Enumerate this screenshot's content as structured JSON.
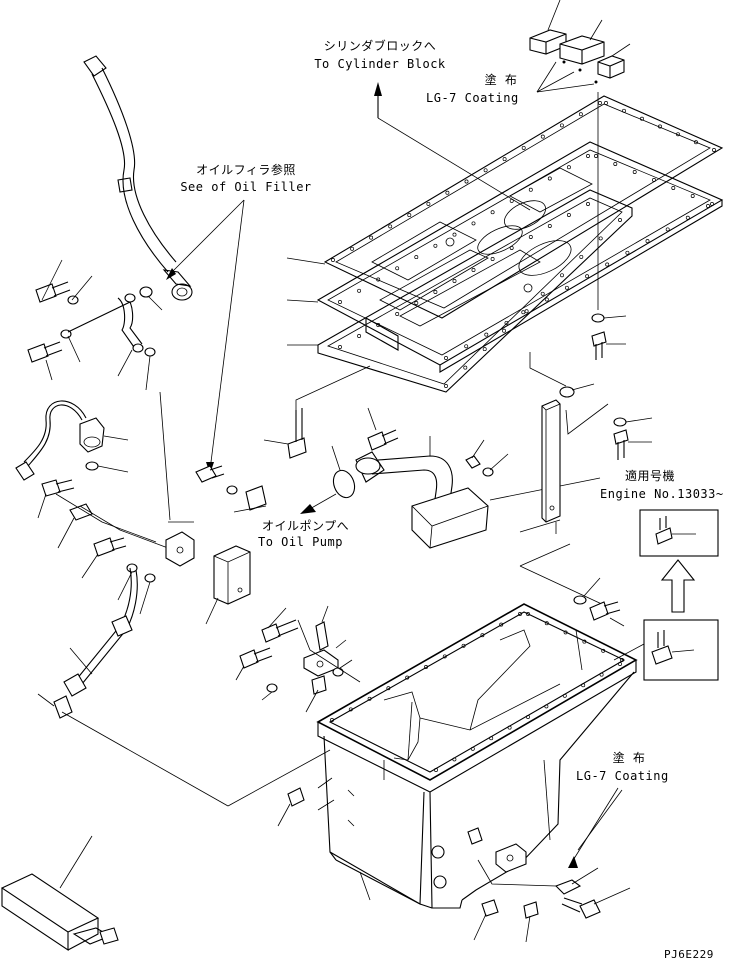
{
  "labels": {
    "to_cylinder_block_jp": "シリンダブロックへ",
    "to_cylinder_block_en": "To Cylinder Block",
    "coating_top_jp": "塗 布",
    "coating_top_en": "LG-7 Coating",
    "oil_filler_jp": "オイルフィラ参照",
    "oil_filler_en": "See of Oil Filler",
    "oil_pump_jp": "オイルポンプへ",
    "oil_pump_en": "To Oil Pump",
    "engine_no_jp": "適用号機",
    "engine_no_en": "Engine No.13033~",
    "coating_bottom_jp": "塗 布",
    "coating_bottom_en": "LG-7 Coating",
    "drawing_code": "PJ6E229"
  }
}
